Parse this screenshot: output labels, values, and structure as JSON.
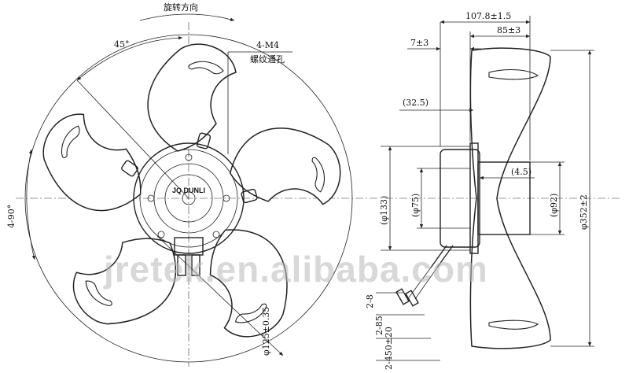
{
  "front_view": {
    "rotation_label": "旋转方向",
    "angle_label": "45°",
    "holes_label": "4-M4",
    "holes_note": "螺纹通孔",
    "spacing_label": "4-90°",
    "bolt_circle_label": "φ125±0.35",
    "motor_logo": "JQ DUNLI"
  },
  "side_view": {
    "overall_length": "107.8±1.5",
    "hub_depth": "85±3",
    "flange_offset": "7±3",
    "ref_offset": "(32.5)",
    "flange_thickness": "(4.5)",
    "motor_dia": "(φ133)",
    "shaft_dia": "(φ75)",
    "hub_dia": "(φ92)",
    "fan_dia": "φ352±2",
    "wire_a": "2-8",
    "wire_b": "2-85",
    "wire_c": "2-450±20"
  },
  "watermark": "jretek.en.alibaba.com"
}
